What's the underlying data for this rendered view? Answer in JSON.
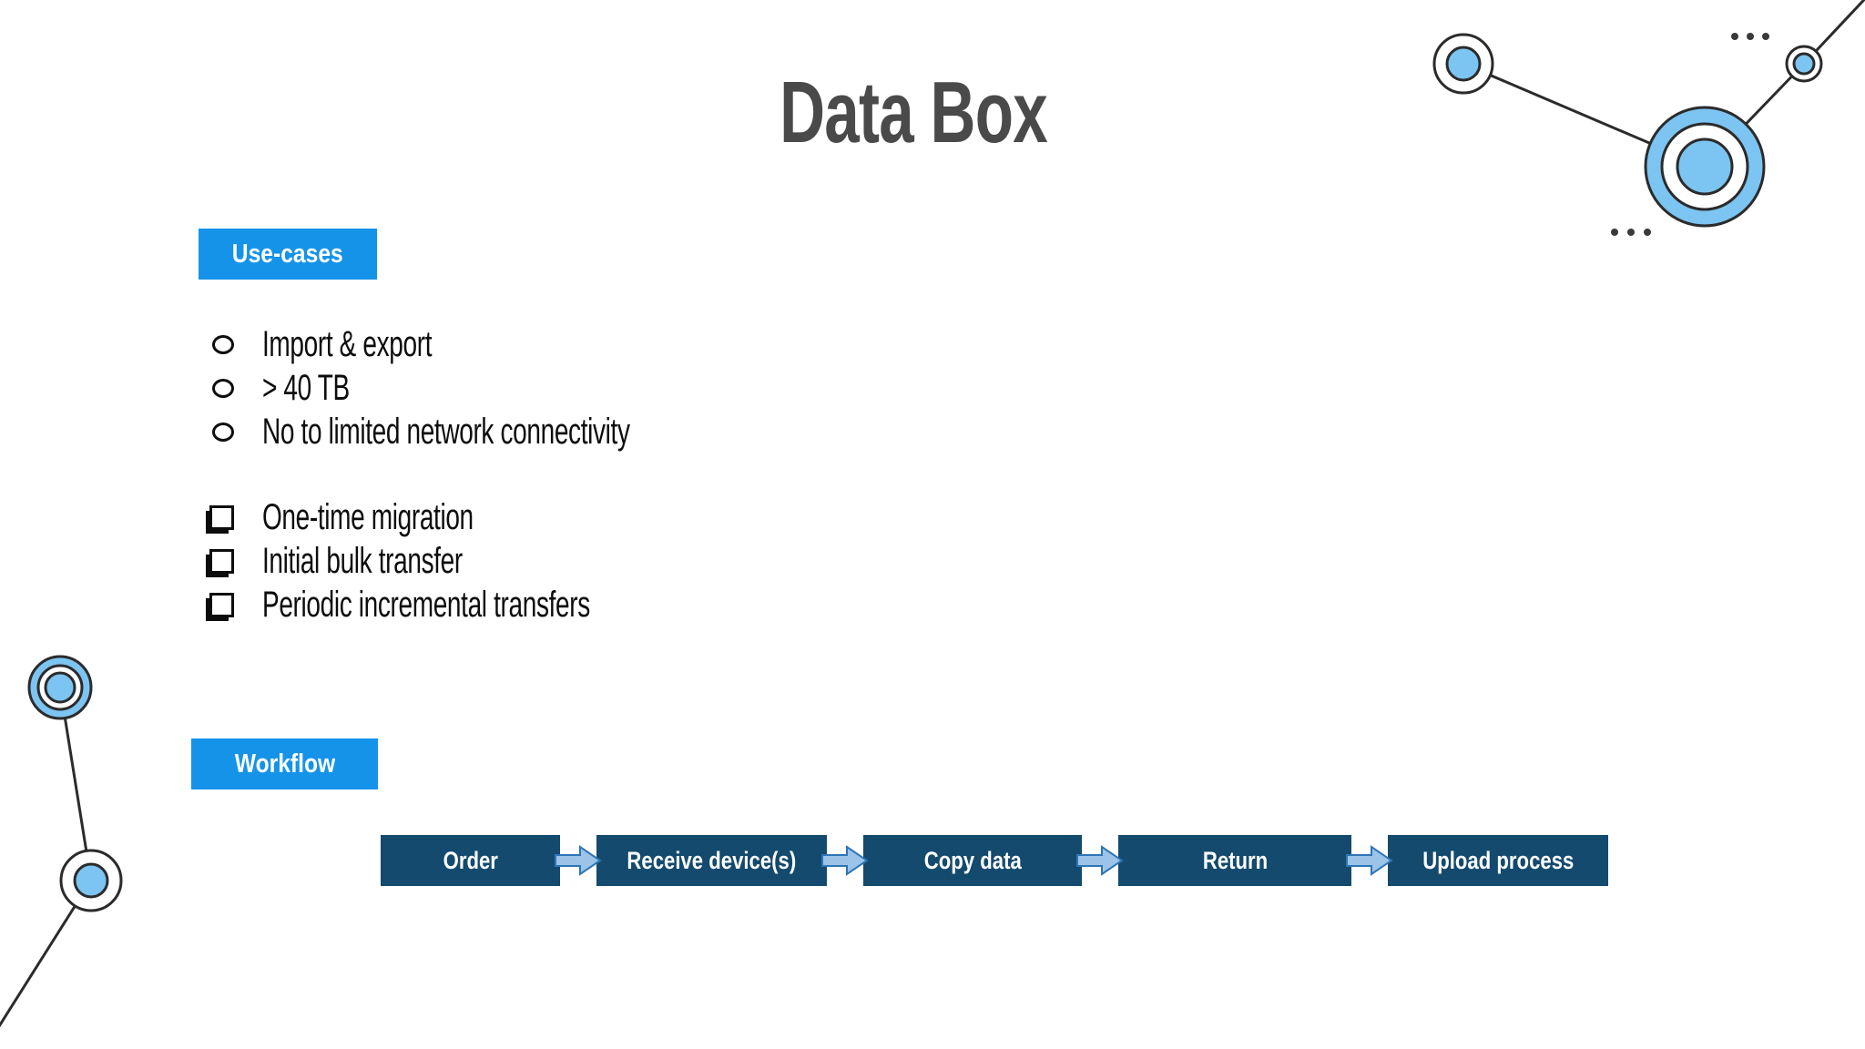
{
  "slide": {
    "title": "Data Box",
    "use_cases": {
      "badge_label": "Use-cases",
      "bullet_items": [
        "Import & export",
        "> 40 TB",
        "No to limited network connectivity"
      ],
      "checkbox_items": [
        "One-time migration",
        "Initial bulk transfer",
        "Periodic incremental transfers"
      ]
    },
    "workflow": {
      "badge_label": "Workflow",
      "steps": [
        {
          "label": "Order"
        },
        {
          "label": "Receive device(s)"
        },
        {
          "label": "Copy data"
        },
        {
          "label": "Return"
        },
        {
          "label": "Upload process"
        }
      ]
    },
    "colors": {
      "badge_blue": "#1593e9",
      "step_navy": "#134a6e",
      "arrow_fill": "#9cc3e8",
      "arrow_stroke": "#2e75b6",
      "decor_blue": "#7cc4f1",
      "decor_stroke": "#2b2b2b",
      "title_gray": "#4a4a4a"
    },
    "decorations": [
      "network-nodes-top-right",
      "network-nodes-bottom-left"
    ]
  }
}
